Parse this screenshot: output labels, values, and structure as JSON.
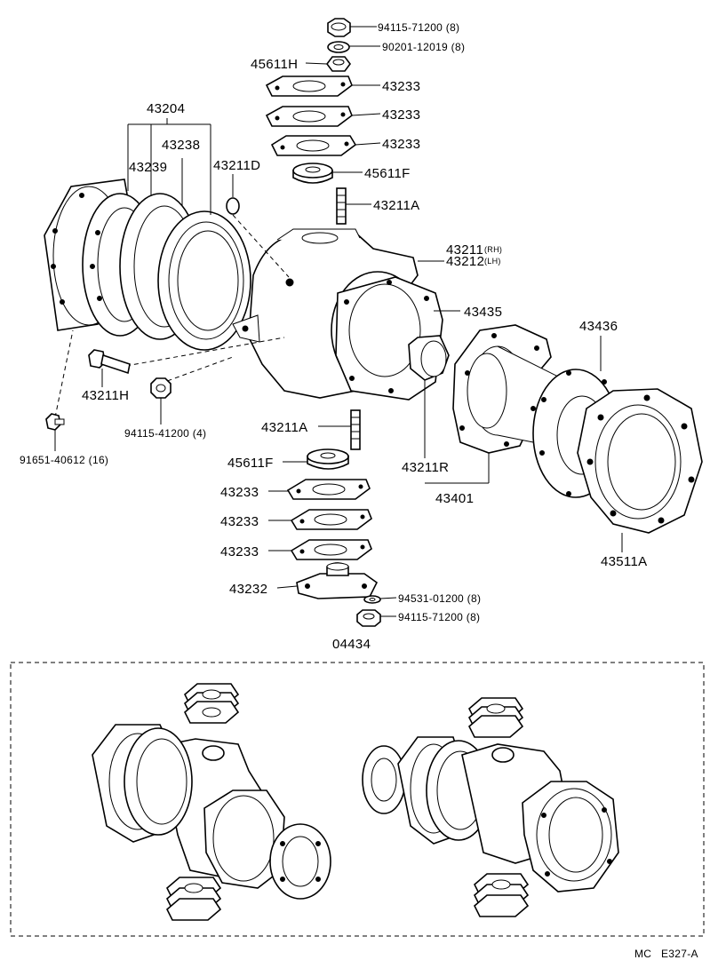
{
  "parts": {
    "nut_top": "94115-71200 (8)",
    "washer_top": "90201-12019 (8)",
    "cone_top": "45611H",
    "gasket_1": "43233",
    "gasket_2": "43233",
    "gasket_3": "43233",
    "bearing_top": "45611F",
    "stud_top": "43211A",
    "seal_set": "43204",
    "seal_a": "43238",
    "seal_b": "43239",
    "plug": "43211D",
    "knuckle_rh": "43211",
    "knuckle_rh_suffix": "(RH)",
    "knuckle_lh": "43212",
    "knuckle_lh_suffix": "(LH)",
    "oil_seal": "43435",
    "spindle": "43436",
    "bolt": "43211H",
    "nut_side": "94115-41200 (4)",
    "screw": "91651-40612 (16)",
    "stud_bottom": "43211A",
    "bearing_bottom": "45611F",
    "bushing": "43211R",
    "spindle_assy": "43401",
    "gasket_4": "43233",
    "gasket_5": "43233",
    "gasket_6": "43233",
    "cap": "43232",
    "washer_bottom": "94531-01200 (8)",
    "nut_bottom": "94115-71200 (8)",
    "flange": "43511A",
    "kit": "04434"
  },
  "footer": {
    "code_prefix": "MC",
    "code": "E327-A"
  }
}
